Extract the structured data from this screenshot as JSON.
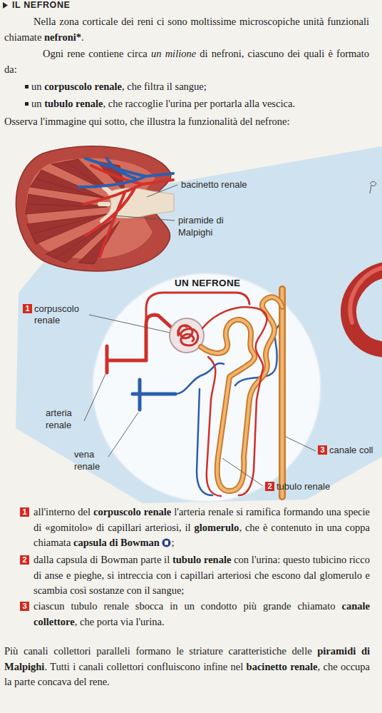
{
  "diagram": {
    "title": "IL NEFRONE",
    "nodes": [
      {
        "text": [
          "1",
          "corpuscolo renale"
        ]
      },
      {
        "text": [
          "3",
          "canale coll"
        ]
      },
      {
        "text": [
          "2",
          "tubulo renale"
        ]
      },
      {
        "text": [
          "1"
        ]
      },
      {
        "text": [
          "2"
        ]
      },
      {
        "text": [
          "3"
        ]
      }
    ],
    "labels": [
      "Nella zona corticale dei reni ci sono moltissime microscopiche unità funzionali chiamate",
      "nefroni*",
      ".",
      "Ogni rene contiene circa",
      "un milione",
      "di nefroni, ciascuno dei quali è formato da:",
      "un",
      "corpuscolo renale",
      ", che filtra il sangue;",
      "un",
      "tubulo renale",
      ", che raccoglie l'urina per portarla alla vescica.",
      "Osserva l'immagine qui sotto, che illustra la funzionalità del nefrone:",
      "bacinetto renale",
      "piramide di Malpighi",
      "UN NEFRONE",
      "arteria renale",
      "vena renale",
      "all'interno del",
      "corpuscolo renale",
      "l'arteria renale si ramifica formando una specie di «gomitolo» di capillari arteriosi, il",
      "glomerulo",
      ", che è contenuto in una coppa chiamata",
      "capsula di Bowman",
      ";",
      "dalla capsula di Bowman parte il",
      "tubulo renale",
      "con l'urina: questo tubicino ricco di anse e pieghe, si intreccia con i capillari arteriosi che escono dal glomerulo e scambia così sostanze con il sangue;",
      "ciascun tubulo renale sbocca in un condotto più grande chiamato",
      "canale collettore",
      ", che porta via l'urina.",
      "Più canali collettori paralleli formano le striature caratteristiche delle",
      "piramidi di Malpighi",
      ". Tutti i canali collettori confluiscono infine nel",
      "bacinetto renale",
      ", che occupa la parte concava del rene."
    ]
  }
}
